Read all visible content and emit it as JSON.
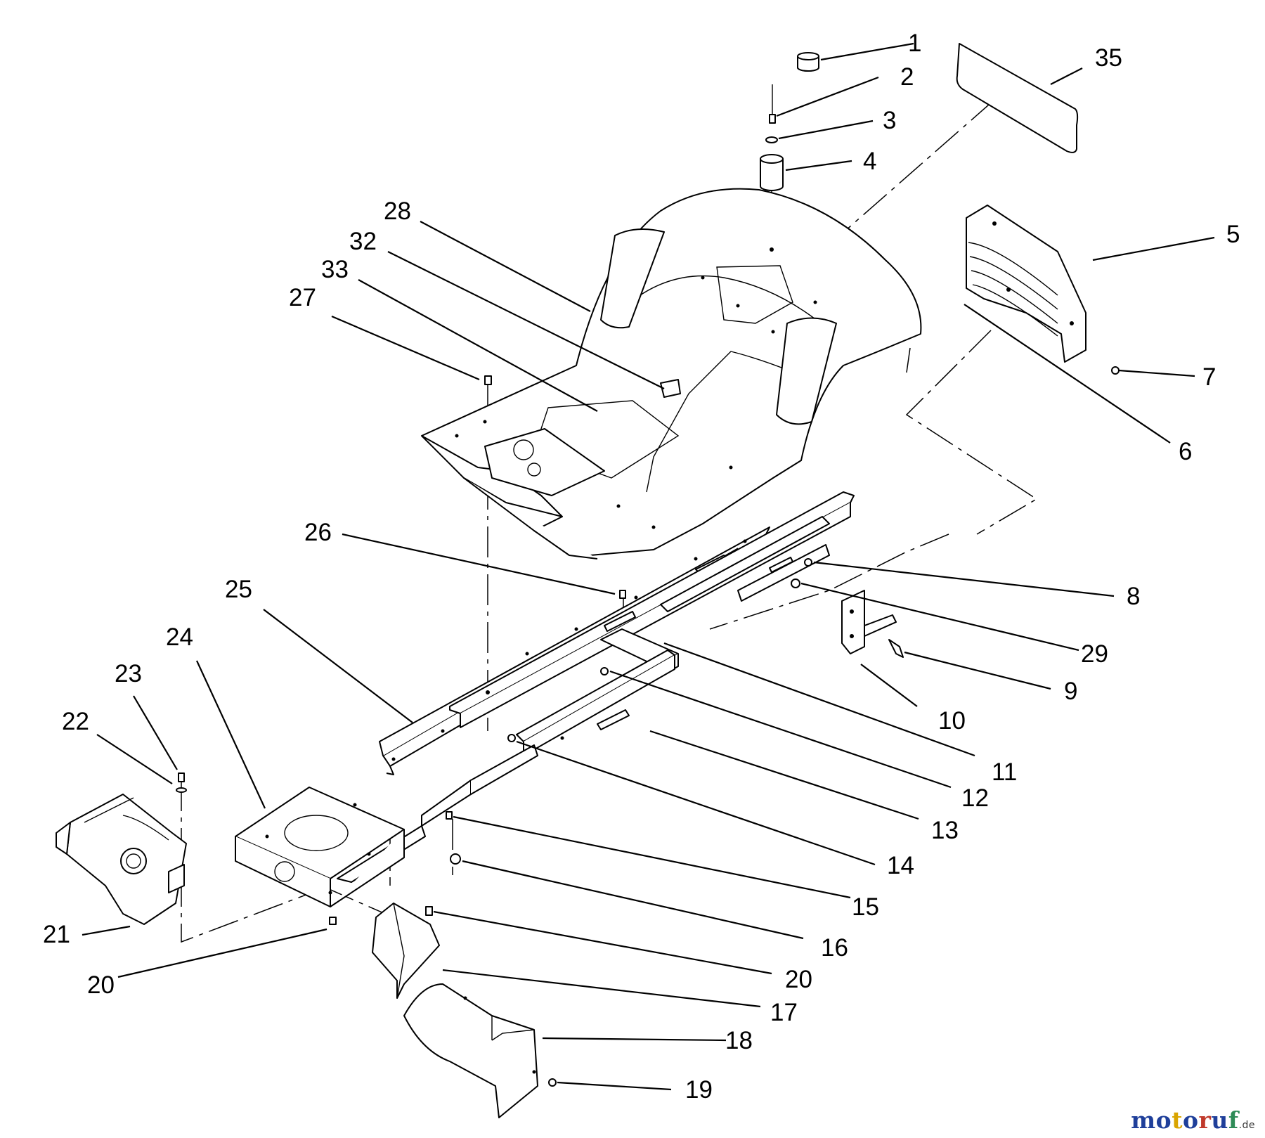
{
  "diagram": {
    "callouts": [
      {
        "id": "c1",
        "label": "1"
      },
      {
        "id": "c2",
        "label": "2"
      },
      {
        "id": "c3",
        "label": "3"
      },
      {
        "id": "c4",
        "label": "4"
      },
      {
        "id": "c35",
        "label": "35"
      },
      {
        "id": "c5",
        "label": "5"
      },
      {
        "id": "c7",
        "label": "7"
      },
      {
        "id": "c6",
        "label": "6"
      },
      {
        "id": "c28",
        "label": "28"
      },
      {
        "id": "c32",
        "label": "32"
      },
      {
        "id": "c33",
        "label": "33"
      },
      {
        "id": "c27",
        "label": "27"
      },
      {
        "id": "c26",
        "label": "26"
      },
      {
        "id": "c25",
        "label": "25"
      },
      {
        "id": "c24",
        "label": "24"
      },
      {
        "id": "c23",
        "label": "23"
      },
      {
        "id": "c22",
        "label": "22"
      },
      {
        "id": "c21",
        "label": "21"
      },
      {
        "id": "c20a",
        "label": "20"
      },
      {
        "id": "c8",
        "label": "8"
      },
      {
        "id": "c29",
        "label": "29"
      },
      {
        "id": "c9",
        "label": "9"
      },
      {
        "id": "c10",
        "label": "10"
      },
      {
        "id": "c11",
        "label": "11"
      },
      {
        "id": "c12",
        "label": "12"
      },
      {
        "id": "c13",
        "label": "13"
      },
      {
        "id": "c14",
        "label": "14"
      },
      {
        "id": "c15",
        "label": "15"
      },
      {
        "id": "c16",
        "label": "16"
      },
      {
        "id": "c20b",
        "label": "20"
      },
      {
        "id": "c17",
        "label": "17"
      },
      {
        "id": "c18",
        "label": "18"
      },
      {
        "id": "c19",
        "label": "19"
      }
    ]
  },
  "watermark": {
    "letters": [
      "m",
      "o",
      "t",
      "o",
      "r",
      "u",
      "f"
    ],
    "letter_colors": [
      "#1f3f9a",
      "#1f3f9a",
      "#d9a400",
      "#1f3f9a",
      "#c0392b",
      "#1f3f9a",
      "#2e8b57"
    ],
    "suffix": ".de"
  }
}
